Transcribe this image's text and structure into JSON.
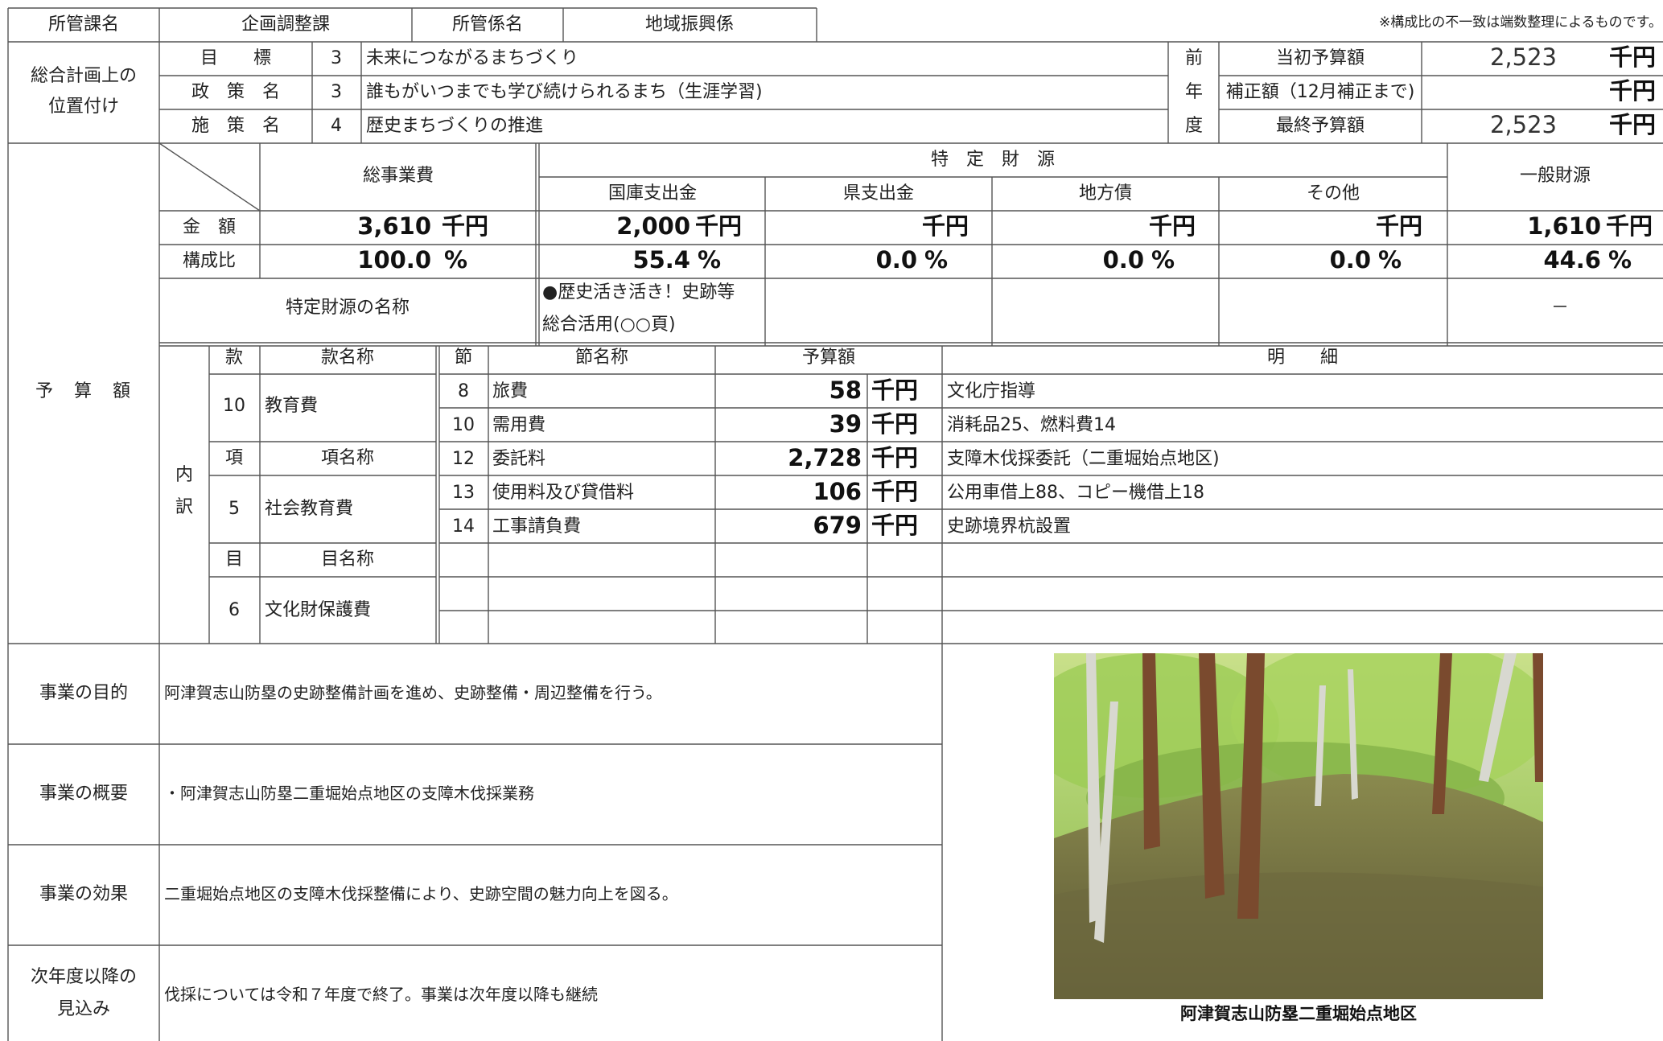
{
  "header": {
    "dept_label": "所管課名",
    "dept_value": "企画調整課",
    "section_label": "所管係名",
    "section_value": "地域振興係",
    "note": "※構成比の不一致は端数整理によるものです。"
  },
  "plan": {
    "label_line1": "総合計画上の",
    "label_line2": "位置付け",
    "rows": [
      {
        "label": "目　　標",
        "num": "3",
        "text": "未来につながるまちづくり"
      },
      {
        "label": "政　策　名",
        "num": "3",
        "text": "誰もがいつまでも学び続けられるまち（生涯学習)"
      },
      {
        "label": "施　策　名",
        "num": "4",
        "text": "歴史まちづくりの推進"
      }
    ]
  },
  "prev_year": {
    "label_chars": [
      "前",
      "年",
      "度"
    ],
    "rows": [
      {
        "label": "当初予算額",
        "value": "2,523",
        "unit": "千円"
      },
      {
        "label": "補正額（12月補正まで)",
        "value": "",
        "unit": "千円"
      },
      {
        "label": "最終予算額",
        "value": "2,523",
        "unit": "千円"
      }
    ]
  },
  "budget": {
    "section_label": "予　算　額",
    "total_label": "総事業費",
    "specific_label": "特　定　財　源",
    "general_label": "一般財源",
    "columns": [
      "国庫支出金",
      "県支出金",
      "地方債",
      "その他"
    ],
    "amount_label": "金　額",
    "ratio_label": "構成比",
    "amounts": [
      "3,610",
      "2,000",
      "",
      "",
      "",
      "1,610"
    ],
    "unit": "千円",
    "ratios": [
      "100.0",
      "55.4",
      "0.0",
      "0.0",
      "0.0",
      "44.6"
    ],
    "pct": "%",
    "source_name_label": "特定財源の名称",
    "source_name_line1": "●歴史活き活き！史跡等",
    "source_name_line2": "総合活用(○○頁)",
    "general_dash": "－"
  },
  "breakdown": {
    "label_chars": [
      "内",
      "訳"
    ],
    "kan_h": "款",
    "kan_name_h": "款名称",
    "kou_h": "項",
    "kou_name_h": "項名称",
    "moku_h": "目",
    "moku_name_h": "目名称",
    "kan_num": "10",
    "kan_name": "教育費",
    "kou_num": "5",
    "kou_name": "社会教育費",
    "moku_num": "6",
    "moku_name": "文化財保護費",
    "setsu_h": "節",
    "setsu_name_h": "節名称",
    "amount_h": "予算額",
    "detail_h": "明　　細",
    "items": [
      {
        "no": "8",
        "name": "旅費",
        "amount": "58",
        "unit": "千円",
        "detail": "文化庁指導"
      },
      {
        "no": "10",
        "name": "需用費",
        "amount": "39",
        "unit": "千円",
        "detail": "消耗品25、燃料費14"
      },
      {
        "no": "12",
        "name": "委託料",
        "amount": "2,728",
        "unit": "千円",
        "detail": "支障木伐採委託（二重堀始点地区)"
      },
      {
        "no": "13",
        "name": "使用料及び貸借料",
        "amount": "106",
        "unit": "千円",
        "detail": "公用車借上88、コピー機借上18"
      },
      {
        "no": "14",
        "name": "工事請負費",
        "amount": "679",
        "unit": "千円",
        "detail": "史跡境界杭設置"
      }
    ]
  },
  "descriptions": [
    {
      "label_line1": "事業の目的",
      "label_line2": "",
      "text": "阿津賀志山防塁の史跡整備計画を進め、史跡整備・周辺整備を行う。"
    },
    {
      "label_line1": "事業の概要",
      "label_line2": "",
      "text": "・阿津賀志山防塁二重堀始点地区の支障木伐採業務"
    },
    {
      "label_line1": "事業の効果",
      "label_line2": "",
      "text": "二重堀始点地区の支障木伐採整備により、史跡空間の魅力向上を図る。"
    },
    {
      "label_line1": "次年度以降の",
      "label_line2": "見込み",
      "text": "伐採については令和７年度で終了。事業は次年度以降も継続"
    }
  ],
  "photo": {
    "caption": "阿津賀志山防塁二重堀始点地区",
    "icon": "forest-photo-icon",
    "colors": {
      "foliage": "#8fc24a",
      "ground": "#6e6a3e",
      "trunk": "#7a4a2e",
      "bark": "#cfcfc8"
    }
  }
}
